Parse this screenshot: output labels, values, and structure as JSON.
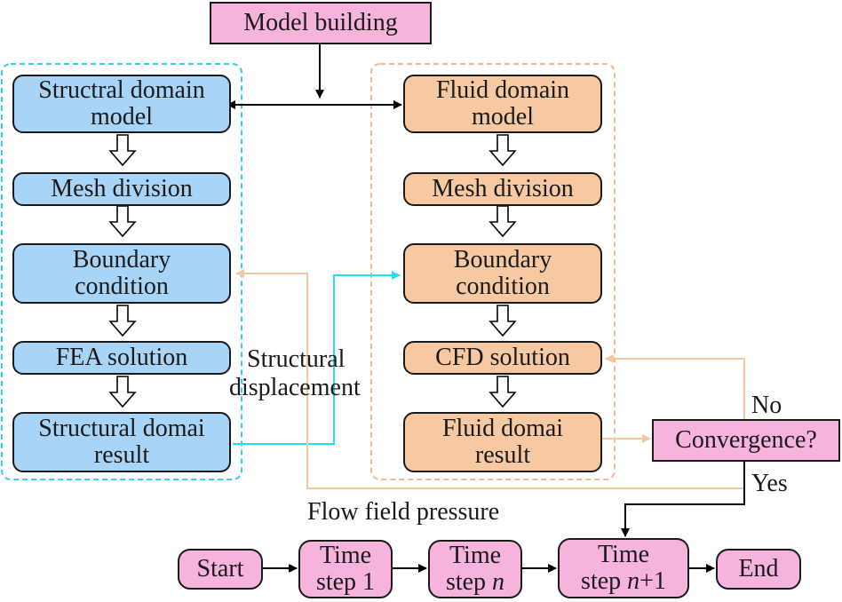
{
  "top": {
    "model_building": "Model building"
  },
  "structural": {
    "model": [
      "Structral domain",
      "model"
    ],
    "mesh": "Mesh division",
    "boundary": [
      "Boundary",
      "condition"
    ],
    "solution": "FEA solution",
    "result": [
      "Structural domai",
      "result"
    ]
  },
  "fluid": {
    "model": [
      "Fluid domain",
      "model"
    ],
    "mesh": "Mesh division",
    "boundary": [
      "Boundary",
      "condition"
    ],
    "solution": "CFD solution",
    "result": [
      "Fluid domai",
      "result"
    ]
  },
  "convergence": "Convergence?",
  "labels": {
    "no": "No",
    "yes": "Yes",
    "structural_displacement": [
      "Structural",
      "displacement"
    ],
    "flow_field_pressure": "Flow field pressure"
  },
  "timeline": {
    "start": "Start",
    "step1": [
      "Time",
      "step 1"
    ],
    "stepn": [
      "Time",
      "step ",
      "n"
    ],
    "stepn1": [
      "Time",
      "step ",
      "n",
      "+1"
    ],
    "end": "End"
  },
  "colors": {
    "structural_fill": "#a8d4f7",
    "fluid_fill": "#f6c9a3",
    "control_fill": "#f6b3dc",
    "structural_group_border": "#2fd0e8",
    "fluid_group_border": "#f0b894",
    "displacement_arrow": "#22e0f0",
    "pressure_arrow": "#f4c7a5"
  }
}
